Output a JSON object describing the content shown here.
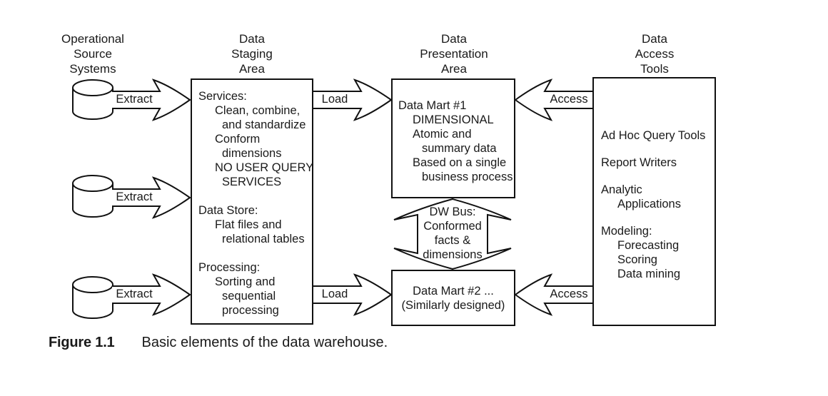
{
  "colors": {
    "ink": "#1a1a1a",
    "background": "#ffffff"
  },
  "columns": [
    {
      "title": "Operational\nSource\nSystems"
    },
    {
      "title": "Data\nStaging\nArea"
    },
    {
      "title": "Data\nPresentation\nArea"
    },
    {
      "title": "Data\nAccess\nTools"
    }
  ],
  "arrows": {
    "extract": "Extract",
    "load": "Load",
    "access": "Access"
  },
  "staging": {
    "groups": [
      {
        "lines": [
          {
            "t": "Services:",
            "i": 0
          },
          {
            "t": "Clean, combine,",
            "i": 1
          },
          {
            "t": "and standardize",
            "i": 2
          },
          {
            "t": "Conform",
            "i": 1
          },
          {
            "t": "dimensions",
            "i": 2
          },
          {
            "t": "NO USER QUERY",
            "i": 1
          },
          {
            "t": "SERVICES",
            "i": 2
          }
        ]
      },
      {
        "lines": [
          {
            "t": "Data Store:",
            "i": 0
          },
          {
            "t": "Flat files and",
            "i": 1
          },
          {
            "t": "relational tables",
            "i": 2
          }
        ]
      },
      {
        "lines": [
          {
            "t": "Processing:",
            "i": 0
          },
          {
            "t": "Sorting and",
            "i": 1
          },
          {
            "t": "sequential",
            "i": 2
          },
          {
            "t": "processing",
            "i": 2
          }
        ]
      }
    ]
  },
  "mart1": {
    "lines": [
      {
        "t": "Data Mart #1",
        "i": 0
      },
      {
        "t": "DIMENSIONAL",
        "i": 1
      },
      {
        "t": "Atomic and",
        "i": 1
      },
      {
        "t": "summary data",
        "i": 2
      },
      {
        "t": "Based on a single",
        "i": 1
      },
      {
        "t": "business process",
        "i": 2
      }
    ]
  },
  "bus": {
    "lines": [
      "DW Bus:",
      "Conformed",
      "facts &",
      "dimensions"
    ]
  },
  "mart2": {
    "lines": [
      "Data Mart #2 ...",
      "(Similarly designed)"
    ]
  },
  "access_tools": {
    "groups": [
      {
        "lines": [
          {
            "t": "Ad Hoc Query Tools",
            "i": 0
          }
        ]
      },
      {
        "lines": [
          {
            "t": "Report Writers",
            "i": 0
          }
        ]
      },
      {
        "lines": [
          {
            "t": "Analytic",
            "i": 0
          },
          {
            "t": "Applications",
            "i": 1
          }
        ]
      },
      {
        "lines": [
          {
            "t": "Modeling:",
            "i": 0
          },
          {
            "t": "Forecasting",
            "i": 1
          },
          {
            "t": "Scoring",
            "i": 1
          },
          {
            "t": "Data mining",
            "i": 1
          }
        ]
      }
    ]
  },
  "caption": {
    "label": "Figure 1.1",
    "text": "Basic elements of the data warehouse."
  }
}
